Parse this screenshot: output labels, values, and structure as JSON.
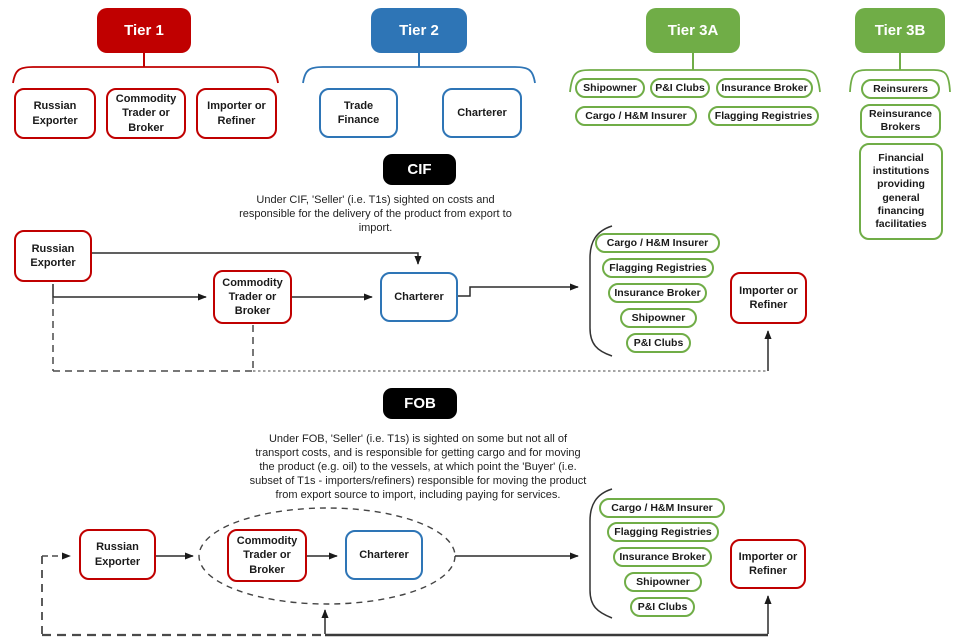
{
  "colors": {
    "tier1_red": "#C00000",
    "tier2_blue": "#2E75B6",
    "tier3_green": "#70AD47",
    "term_black": "#000000"
  },
  "tier1": {
    "label": "Tier 1",
    "items": [
      "Russian Exporter",
      "Commodity Trader or Broker",
      "Importer or Refiner"
    ]
  },
  "tier2": {
    "label": "Tier 2",
    "items": [
      "Trade Finance",
      "Charterer"
    ]
  },
  "tier3a": {
    "label": "Tier 3A",
    "items": [
      "Shipowner",
      "P&I Clubs",
      "Insurance Broker",
      "Cargo / H&M Insurer",
      "Flagging Registries"
    ]
  },
  "tier3b": {
    "label": "Tier 3B",
    "items": [
      "Reinsurers",
      "Reinsurance Brokers",
      "Financial institutions providing general financing facilitaties"
    ]
  },
  "cif": {
    "label": "CIF",
    "description": "Under CIF, 'Seller' (i.e. T1s) sighted on costs and responsible for the delivery of the product from export to import.",
    "nodes": {
      "exporter": "Russian Exporter",
      "trader": "Commodity Trader or Broker",
      "charterer": "Charterer",
      "importer": "Importer or Refiner"
    },
    "services": [
      "Cargo / H&M Insurer",
      "Flagging Registries",
      "Insurance Broker",
      "Shipowner",
      "P&I Clubs"
    ]
  },
  "fob": {
    "label": "FOB",
    "description": "Under FOB, 'Seller' (i.e. T1s) is sighted on some but not all of transport costs, and is responsible for getting cargo and for moving the product (e.g. oil) to the vessels, at which point the 'Buyer' (i.e. subset of T1s - importers/refiners) responsible for moving the product from export source to import, including paying for services.",
    "nodes": {
      "exporter": "Russian Exporter",
      "trader": "Commodity Trader or Broker",
      "charterer": "Charterer",
      "importer": "Importer or Refiner"
    },
    "services": [
      "Cargo / H&M Insurer",
      "Flagging Registries",
      "Insurance Broker",
      "Shipowner",
      "P&I Clubs"
    ]
  }
}
